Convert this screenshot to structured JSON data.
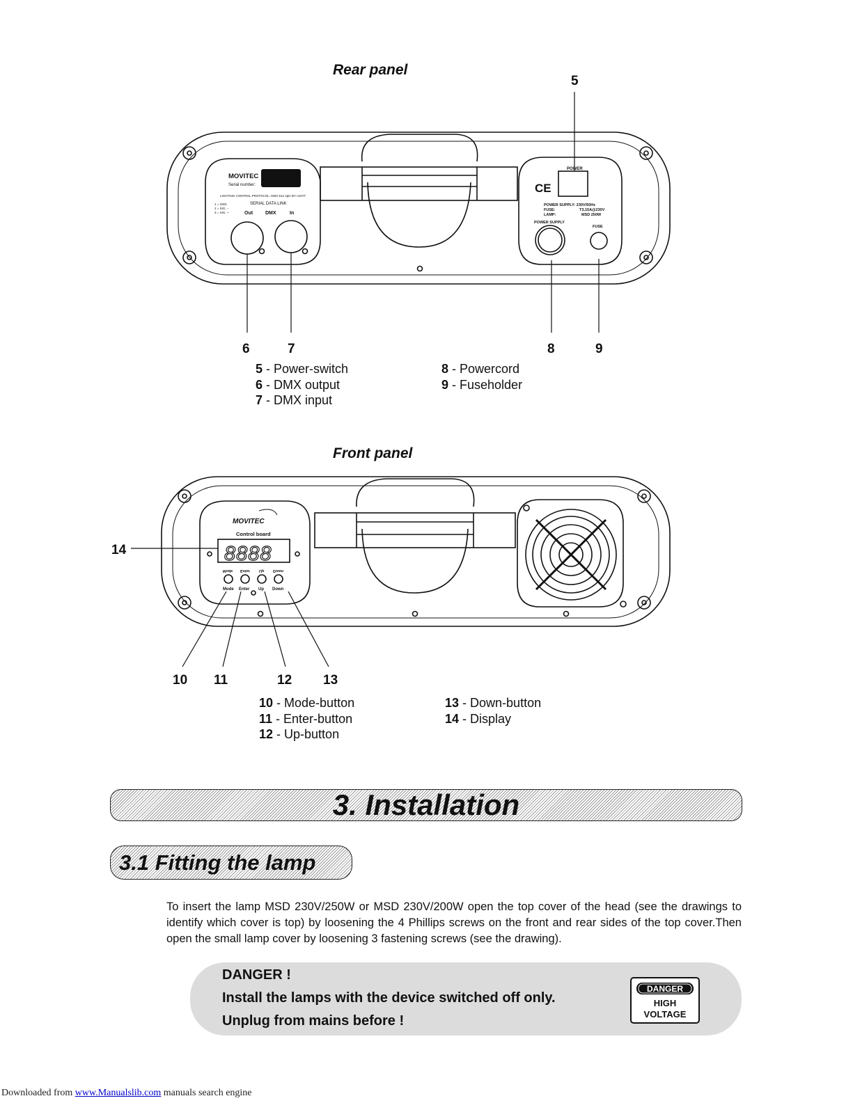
{
  "rear_panel": {
    "caption": "Rear panel",
    "callouts": [
      "5",
      "6",
      "7",
      "8",
      "9"
    ],
    "device": {
      "brand": "MOVITEC",
      "serial_label": "Serial number:",
      "protocol": "LIGHTING CONTROL PROTOCOL: DMX 512 4pin BY USITT",
      "pins": [
        "1 = GND",
        "2 = SIG, −",
        "3 = SIG, +"
      ],
      "serial_data_link": "SERIAL DATA LINK",
      "dmx_out": "Out",
      "dmx_mid": "DMX",
      "dmx_in": "In",
      "power": "POWER",
      "ce": "CE",
      "spec_power_label": "POWER SUPPLY: 230V/50Hz",
      "spec_fuse_label": "FUSE:",
      "spec_fuse_value": "T3,15A@230V",
      "spec_lamp_label": "LAMP:",
      "spec_lamp_value": "MSD 250W",
      "power_supply": "POWER SUPPLY",
      "fuse": "FUSE"
    },
    "legend_left": [
      {
        "num": "5",
        "text": " - Power-switch"
      },
      {
        "num": "6",
        "text": " - DMX output"
      },
      {
        "num": "7",
        "text": " - DMX input"
      }
    ],
    "legend_right": [
      {
        "num": "8",
        "text": " - Powercord"
      },
      {
        "num": "9",
        "text": " - Fuseholder"
      }
    ]
  },
  "front_panel": {
    "caption": "Front panel",
    "callouts": [
      "14",
      "10",
      "11",
      "12",
      "13"
    ],
    "device": {
      "brand": "MOVITEC",
      "control_board": "Control board",
      "display": "8888",
      "buttons_mirror": [
        "Mode",
        "Enter",
        "Up",
        "Down"
      ],
      "buttons": [
        "Mode",
        "Enter",
        "Up",
        "Down"
      ]
    },
    "legend_left": [
      {
        "num": "10",
        "text": " - Mode-button"
      },
      {
        "num": "11",
        "text": " - Enter-button"
      },
      {
        "num": "12",
        "text": " - Up-button"
      }
    ],
    "legend_right": [
      {
        "num": "13",
        "text": " - Down-button"
      },
      {
        "num": "14",
        "text": " - Display"
      }
    ]
  },
  "section": {
    "title": "3. Installation"
  },
  "subsection": {
    "title": "3.1 Fitting the lamp"
  },
  "body_text": "To insert the lamp MSD 230V/250W or MSD 230V/200W open the top cover of the head (see the drawings to identify which cover is top) by loosening the 4 Phillips screws on the front and rear sides of the top cover.Then open the small lamp cover by loosening 3 fastening screws (see the drawing).",
  "danger": {
    "lines": [
      "DANGER !",
      "Install the lamps with the device switched off only.",
      "Unplug from mains before !"
    ],
    "sign_top": "DANGER",
    "sign_mid": "HIGH",
    "sign_bottom": "VOLTAGE"
  },
  "footer": {
    "prefix": "Downloaded from ",
    "link": "www.Manualslib.com",
    "suffix": "  manuals search engine"
  }
}
